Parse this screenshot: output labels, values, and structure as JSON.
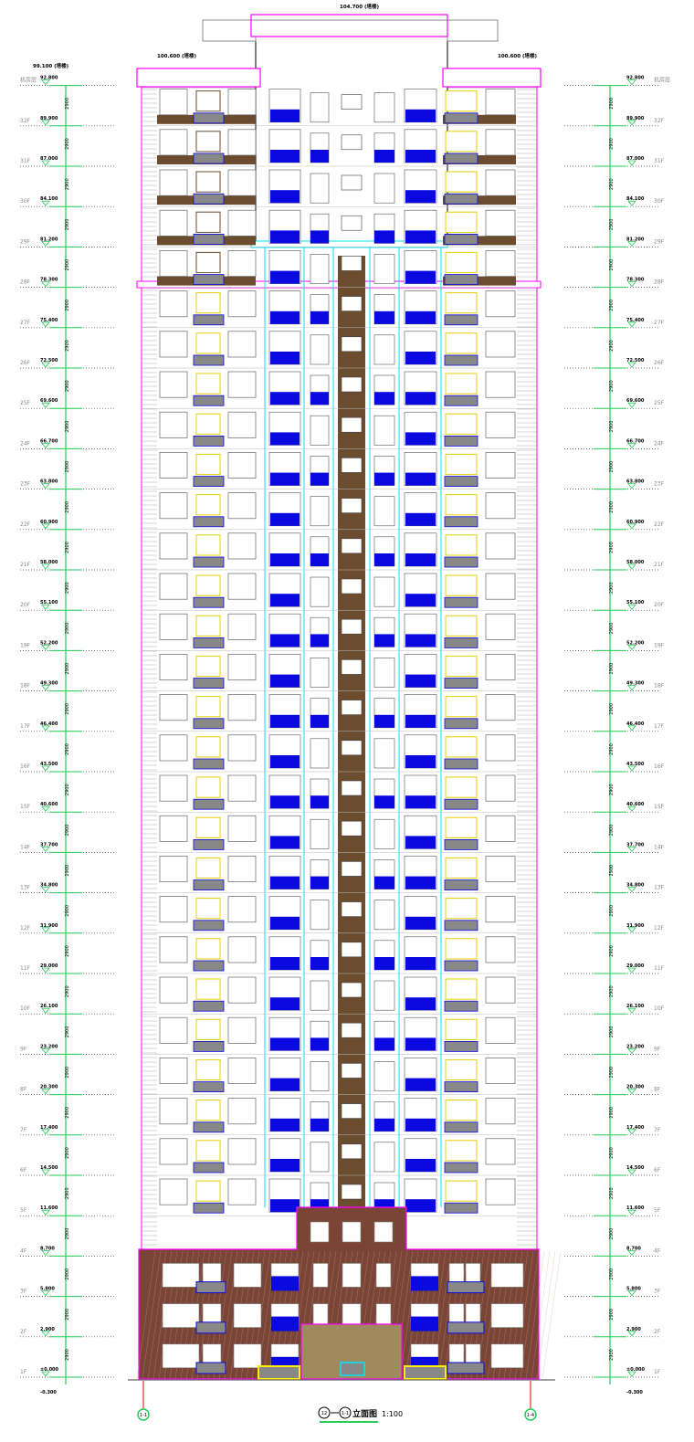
{
  "drawing": {
    "title": "立面图",
    "scale": "1:100",
    "title_axis_start": "12",
    "title_axis_end": "1-1",
    "axis_left": "1-1",
    "axis_right": "1-4",
    "top_crown_elevation": "104.700 (塔楼)",
    "wing_left_elevation": "100.600 (塔楼)",
    "wing_right_elevation": "100.600 (塔楼)",
    "roof_elevation_left": "99.100 (塔楼)",
    "ground_elevation": "-0.300",
    "floor_height_dim": "2900",
    "levels": [
      {
        "name": "1F",
        "elev": "±0.000"
      },
      {
        "name": "2F",
        "elev": "2.900"
      },
      {
        "name": "3F",
        "elev": "5.800"
      },
      {
        "name": "4F",
        "elev": "8.700"
      },
      {
        "name": "5F",
        "elev": "11.600"
      },
      {
        "name": "6F",
        "elev": "14.500"
      },
      {
        "name": "7F",
        "elev": "17.400"
      },
      {
        "name": "8F",
        "elev": "20.300"
      },
      {
        "name": "9F",
        "elev": "23.200"
      },
      {
        "name": "10F",
        "elev": "26.100"
      },
      {
        "name": "11F",
        "elev": "29.000"
      },
      {
        "name": "12F",
        "elev": "31.900"
      },
      {
        "name": "13F",
        "elev": "34.800"
      },
      {
        "name": "14F",
        "elev": "37.700"
      },
      {
        "name": "15F",
        "elev": "40.600"
      },
      {
        "name": "16F",
        "elev": "43.500"
      },
      {
        "name": "17F",
        "elev": "46.400"
      },
      {
        "name": "18F",
        "elev": "49.300"
      },
      {
        "name": "19F",
        "elev": "52.200"
      },
      {
        "name": "20F",
        "elev": "55.100"
      },
      {
        "name": "21F",
        "elev": "58.000"
      },
      {
        "name": "22F",
        "elev": "60.900"
      },
      {
        "name": "23F",
        "elev": "63.800"
      },
      {
        "name": "24F",
        "elev": "66.700"
      },
      {
        "name": "25F",
        "elev": "69.600"
      },
      {
        "name": "26F",
        "elev": "72.500"
      },
      {
        "name": "27F",
        "elev": "75.400"
      },
      {
        "name": "28F",
        "elev": "78.300"
      },
      {
        "name": "29F",
        "elev": "81.200"
      },
      {
        "name": "30F",
        "elev": "84.100"
      },
      {
        "name": "31F",
        "elev": "87.000"
      },
      {
        "name": "32F",
        "elev": "89.900"
      },
      {
        "name": "机房层",
        "elev": "92.800"
      }
    ],
    "colors": {
      "brown": "#6b4c2f",
      "blue": "#0a0ae0",
      "cyan": "#00e5ff",
      "magenta": "#ff00ff",
      "green": "#22cc55",
      "podium": "#7a4536",
      "gray": "#8a8a8a",
      "yellow": "#ffee00",
      "red": "#e00000"
    }
  }
}
